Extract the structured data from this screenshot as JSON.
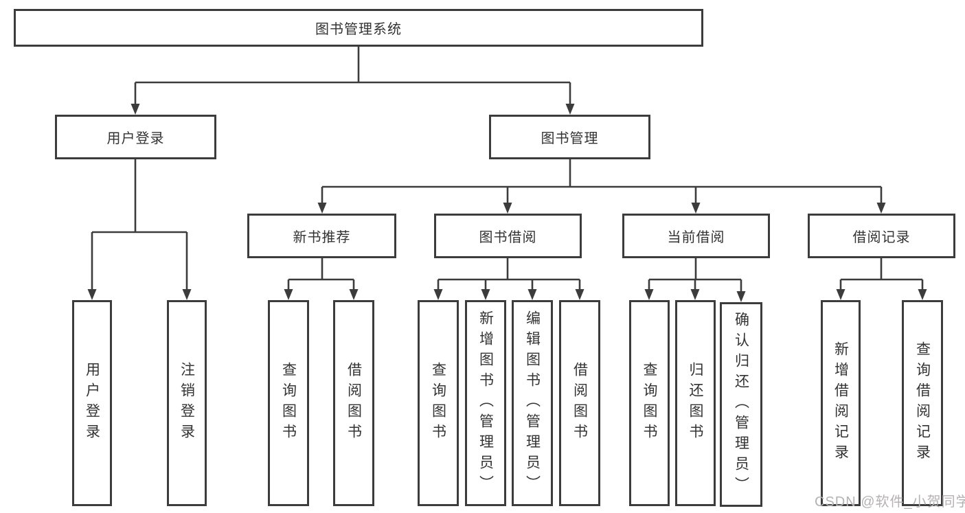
{
  "diagram": {
    "root": {
      "label": "图书管理系统"
    },
    "branches": [
      {
        "label": "用户登录",
        "children": [
          {
            "label": "用户登录"
          },
          {
            "label": "注销登录"
          }
        ]
      },
      {
        "label": "图书管理",
        "children": [
          {
            "label": "新书推荐",
            "children": [
              {
                "label": "查询图书"
              },
              {
                "label": "借阅图书"
              }
            ]
          },
          {
            "label": "图书借阅",
            "children": [
              {
                "label": "查询图书"
              },
              {
                "label": "新增图书（管理员）"
              },
              {
                "label": "编辑图书（管理员）"
              },
              {
                "label": "借阅图书"
              }
            ]
          },
          {
            "label": "当前借阅",
            "children": [
              {
                "label": "查询图书"
              },
              {
                "label": "归还图书"
              },
              {
                "label": "确认归还（管理员）"
              }
            ]
          },
          {
            "label": "借阅记录",
            "children": [
              {
                "label": "新增借阅记录"
              },
              {
                "label": "查询借阅记录"
              }
            ]
          }
        ]
      }
    ]
  },
  "watermark": {
    "text": "CSDN @软件_小贺同学"
  },
  "colors": {
    "line": "#3c3c3c",
    "text": "#333333",
    "watermark": "#b5b2b4",
    "background": "#ffffff"
  }
}
